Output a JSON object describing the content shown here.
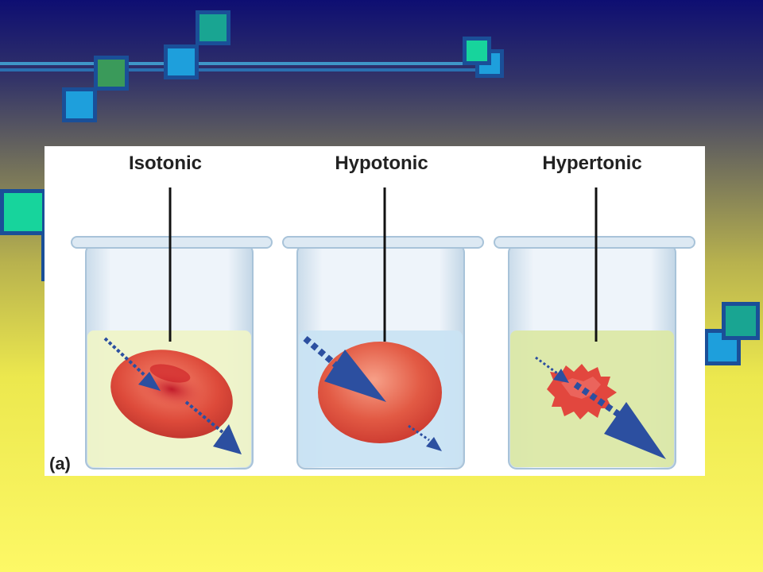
{
  "figure": {
    "panel_tag": "(a)",
    "beakers": [
      {
        "label": "Isotonic"
      },
      {
        "label": "Hypotonic"
      },
      {
        "label": "Hypertonic"
      }
    ]
  },
  "colors": {
    "arrow": "#2c4fa0",
    "cell": "#d94a3e",
    "iso_solution": "#eef3c8",
    "hypo_solution": "#c9e3f3",
    "hyper_solution": "#dbe8a6",
    "deco_square_blue": "#1e9fdc",
    "deco_square_teal": "#19a592",
    "deco_square_green": "#3a9a5a",
    "deco_square_mint": "#17d49c"
  }
}
